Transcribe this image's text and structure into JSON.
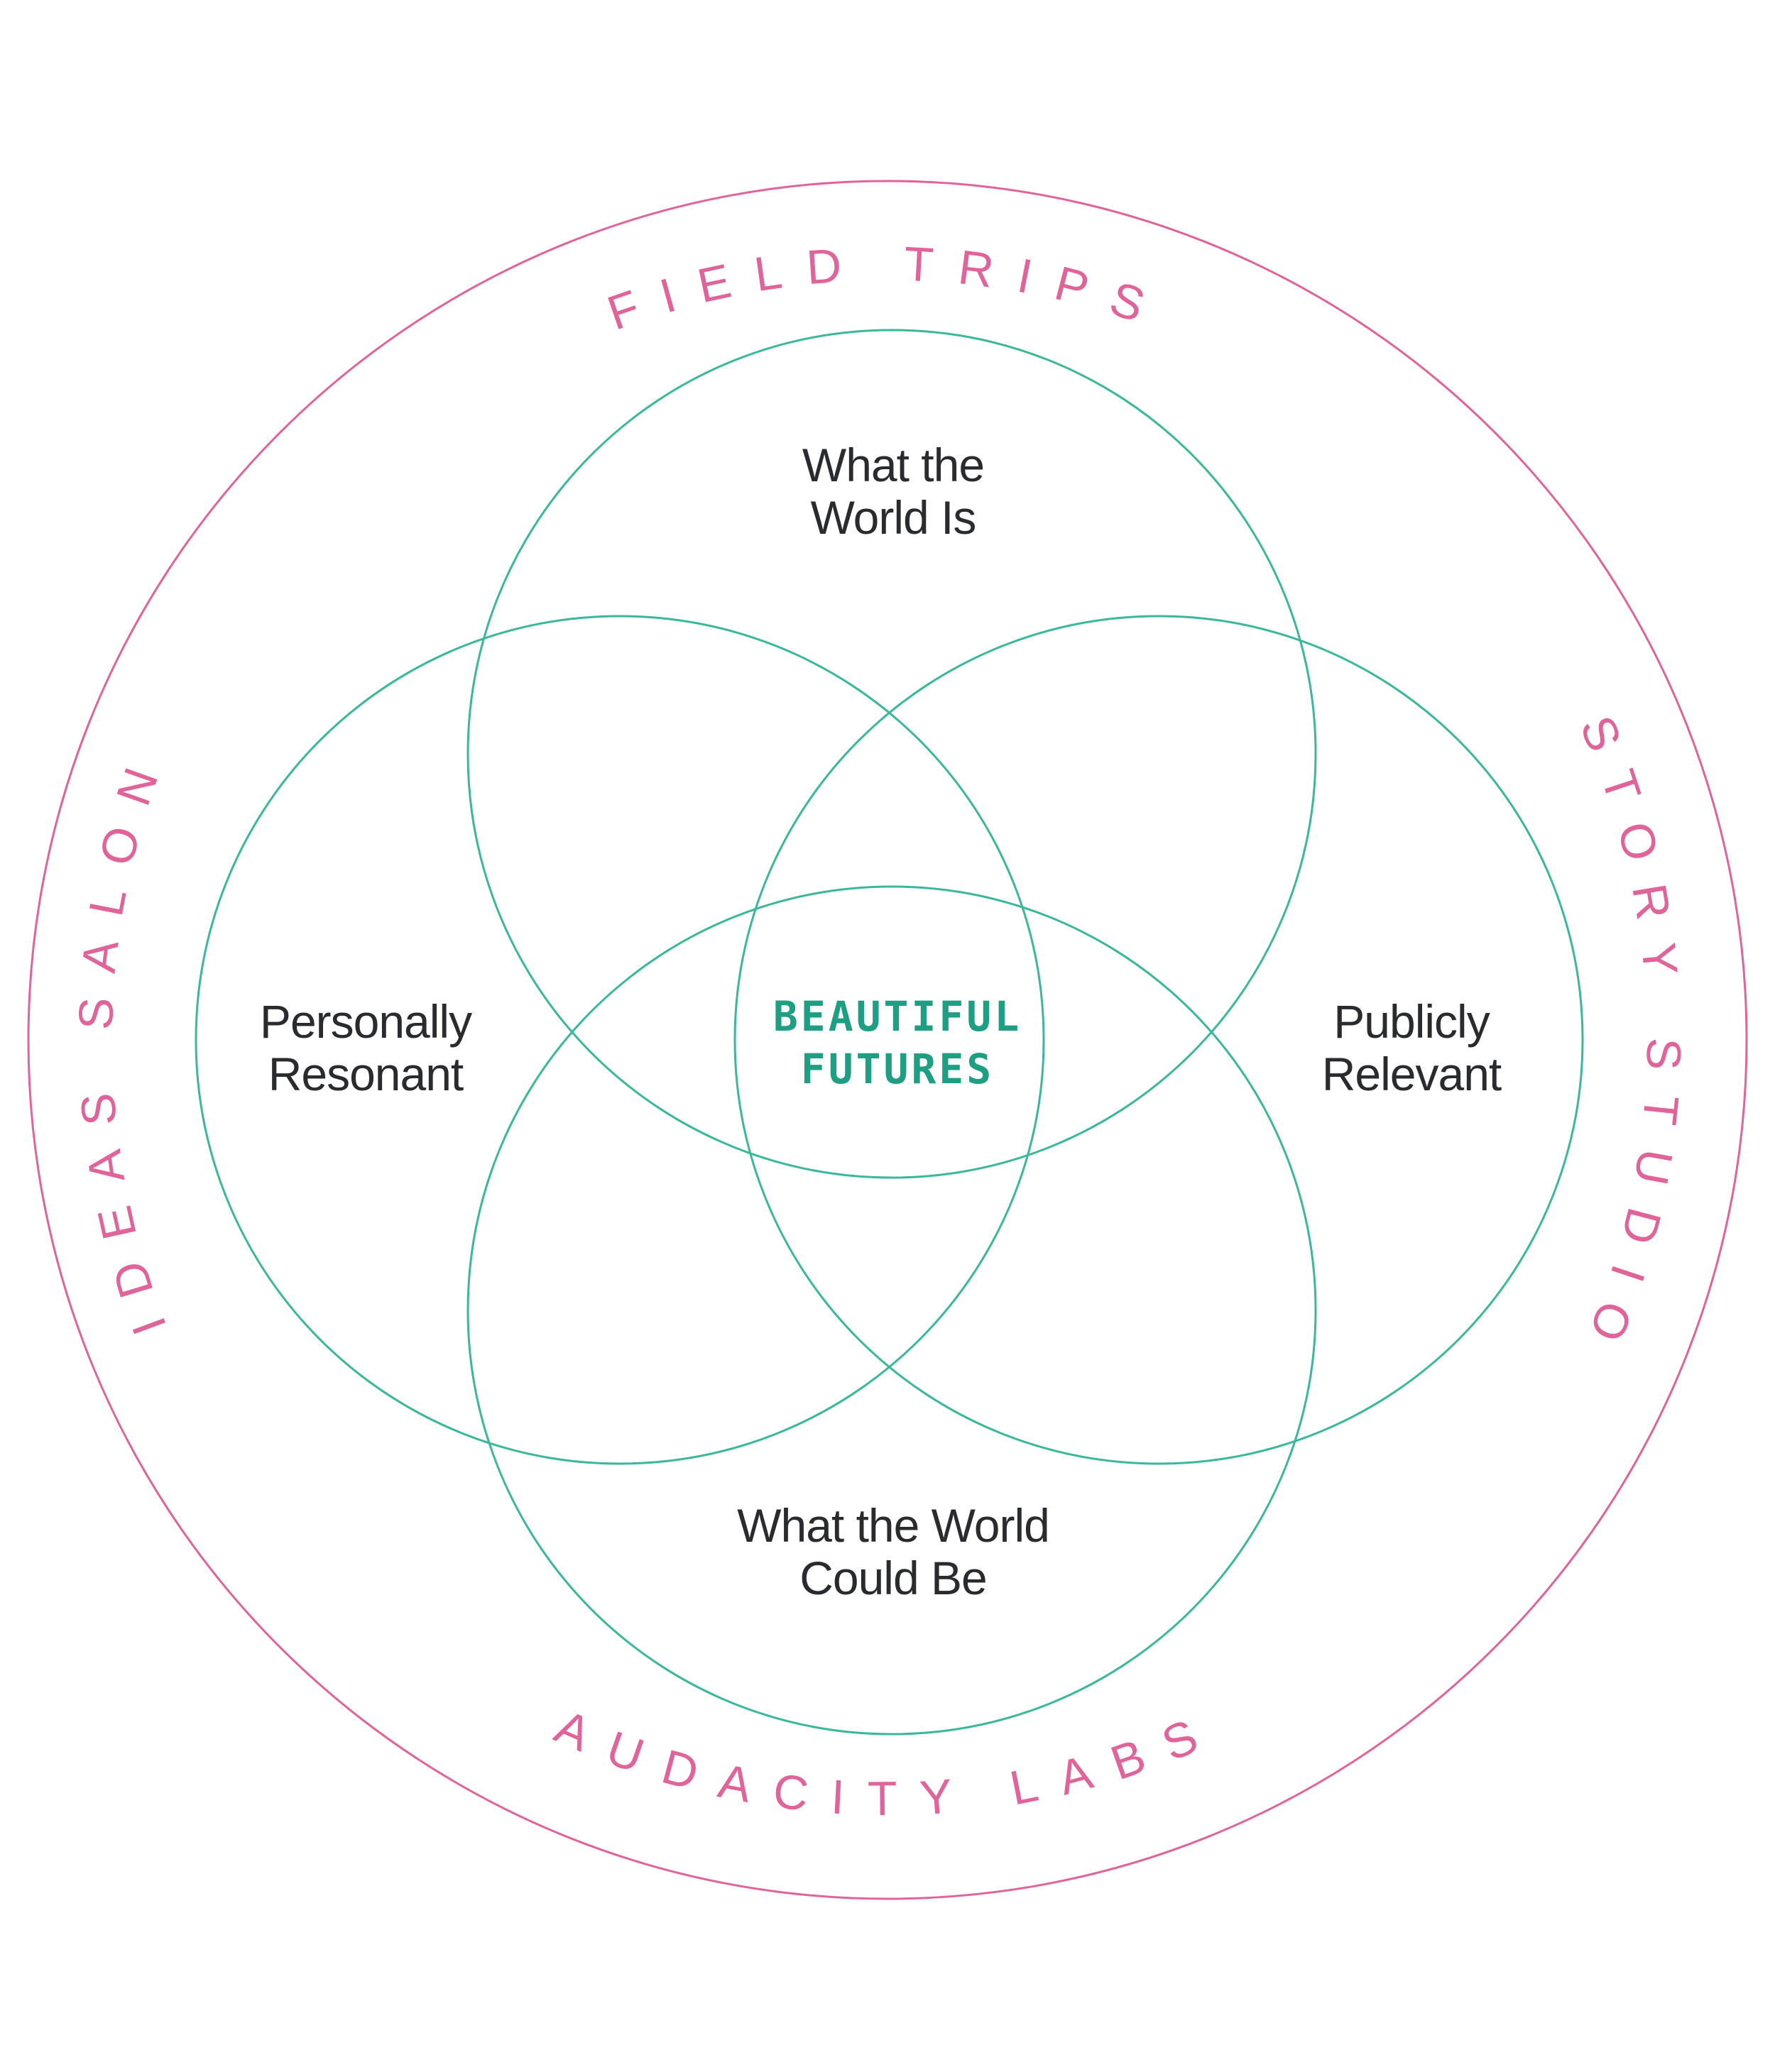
{
  "colors": {
    "outer_ring": "#e0649a",
    "venn_circles": "#3bb89a",
    "venn_text": "#2a2b2f",
    "center_text": "#1e9e82",
    "background": "#ffffff"
  },
  "outer_ring": {
    "top_label": "FIELD TRIPS",
    "right_label": "STORY STUDIO",
    "bottom_label": "AUDACITY LABS",
    "left_label": "IDEAS SALON"
  },
  "venn": {
    "top": {
      "line1": "What the",
      "line2": "World Is"
    },
    "left": {
      "line1": "Personally",
      "line2": "Resonant"
    },
    "right": {
      "line1": "Publicly",
      "line2": "Relevant"
    },
    "bottom": {
      "line1": "What the World",
      "line2": "Could Be"
    },
    "center": {
      "line1": "BEAUTIFUL",
      "line2": "FUTURES"
    }
  }
}
